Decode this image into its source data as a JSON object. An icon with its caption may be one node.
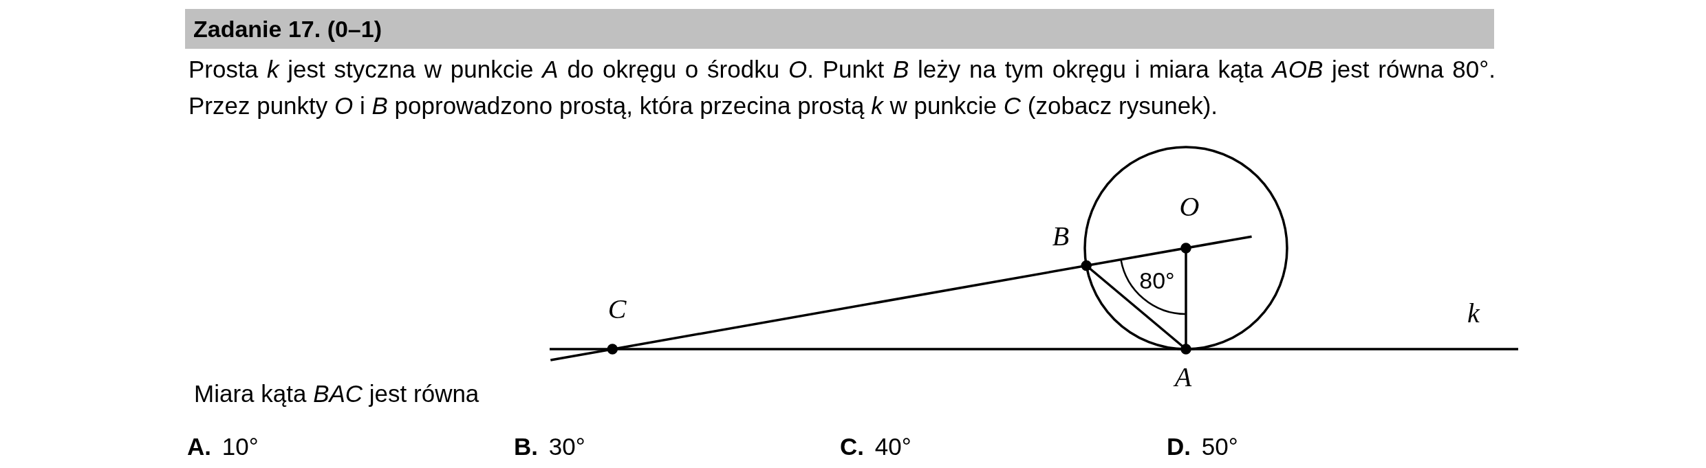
{
  "diagram": {
    "title": "Zadanie 17. (0–1)",
    "labels": [
      "Prosta *k* jest styczna w punkcie *A* do okręgu o środku *O*. Punkt *B* leży na tym okręgu i miara kąta *AOB* jest równa 80°. Przez punkty *O* i *B* poprowadzono prostą, która przecina prostą *k* w punkcie *C* (zobacz rysunek).",
      "B",
      "O",
      "80°",
      "C",
      "k",
      "A",
      "Miara kąta *BAC* jest równa",
      "**A.** 10°",
      "**B.** 30°",
      "**C.** 40°",
      "**D.** 50°"
    ]
  }
}
